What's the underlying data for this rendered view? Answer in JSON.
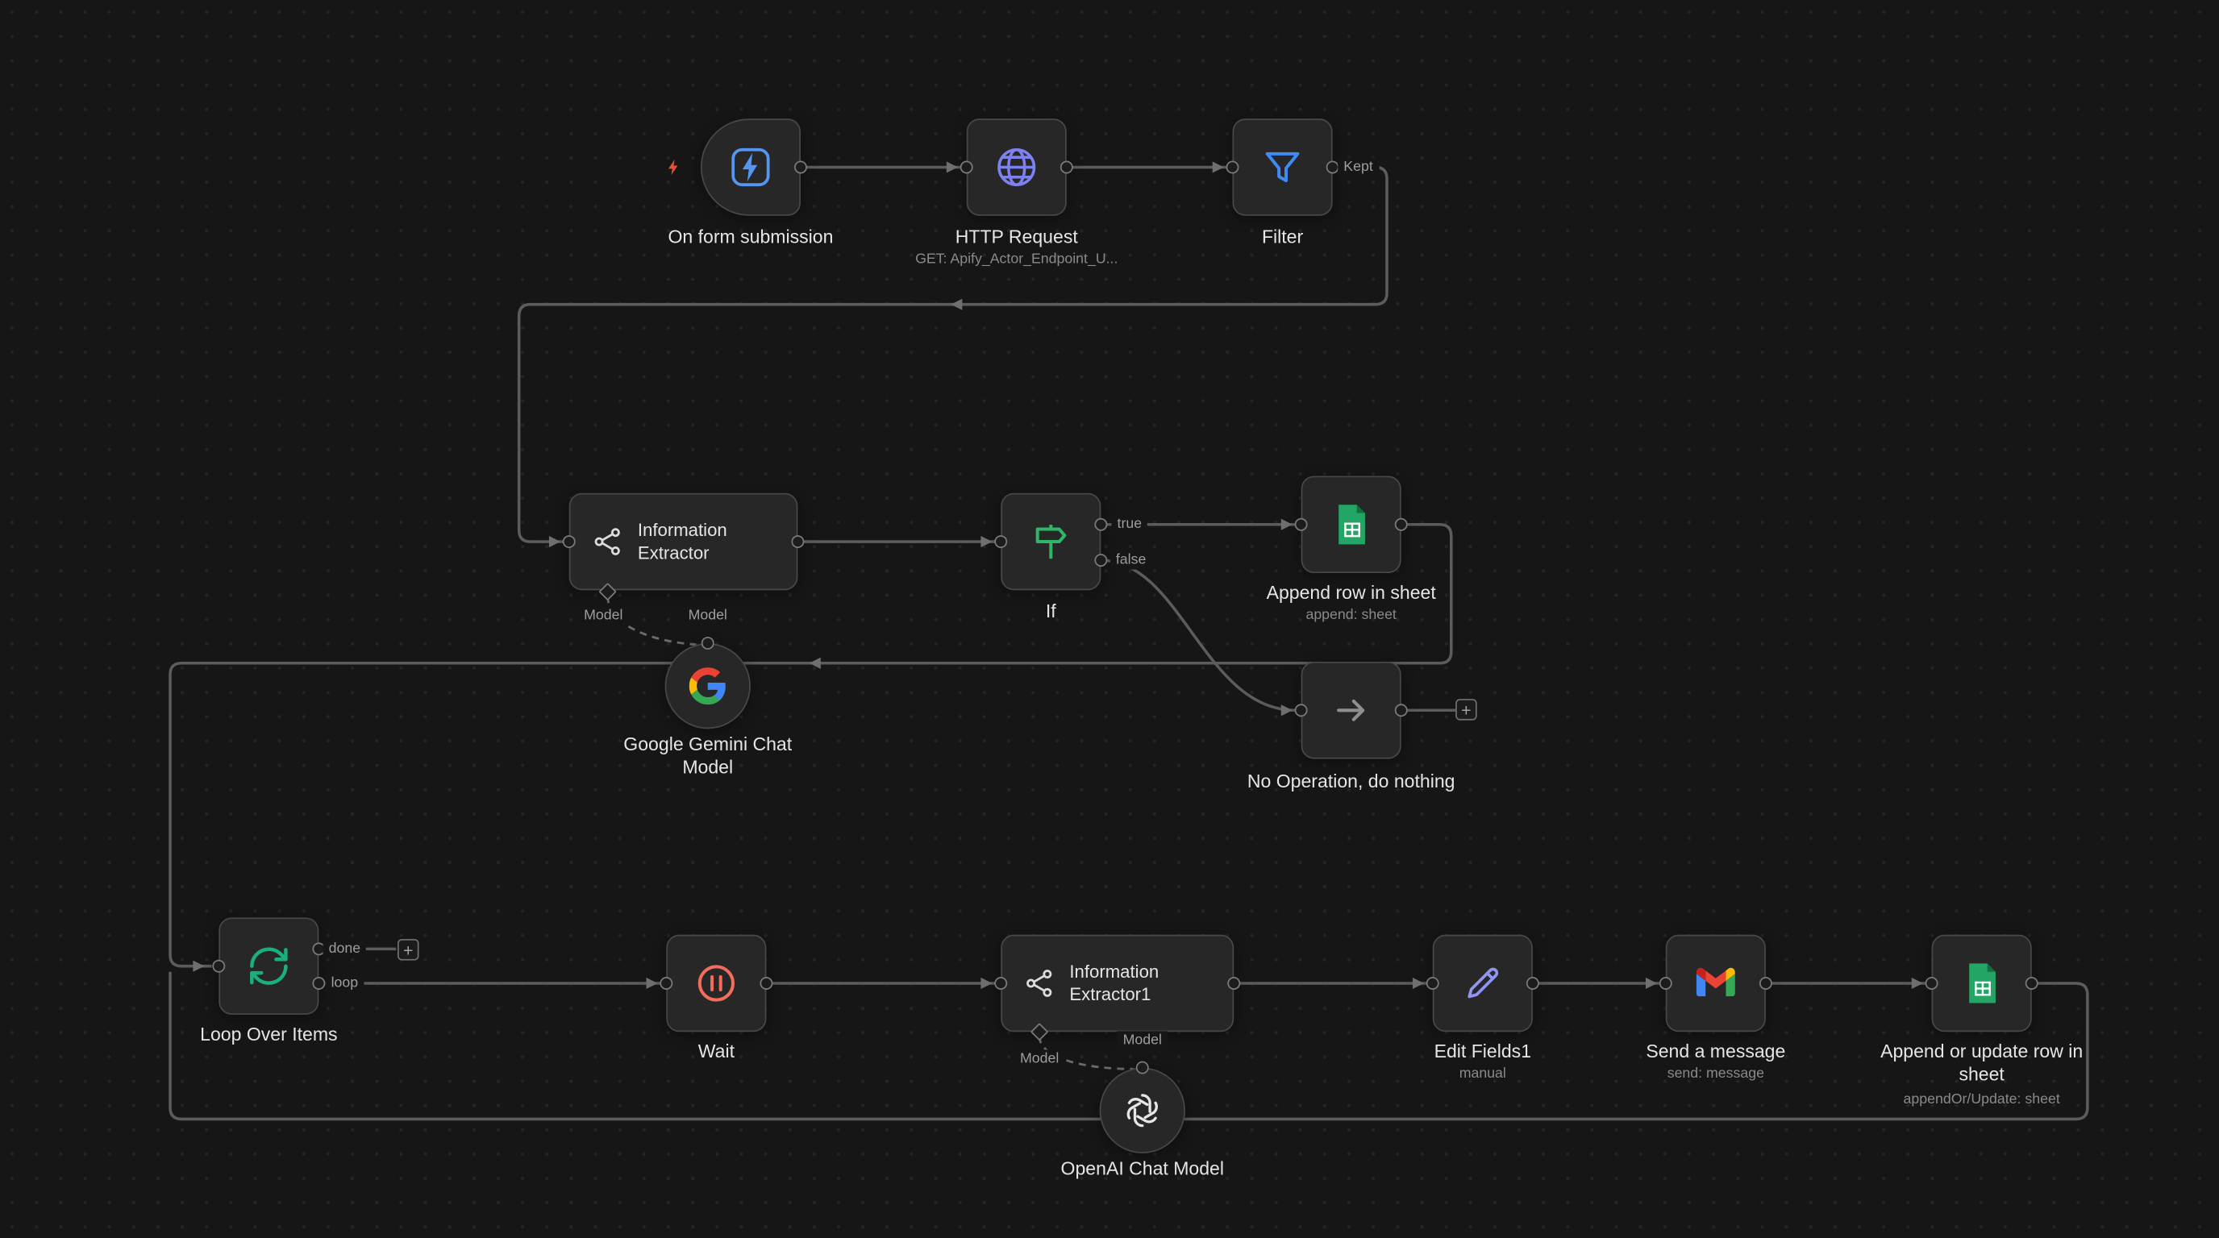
{
  "canvas": {
    "plus_symbol": "+"
  },
  "colors": {
    "canvas_bg": "#161616",
    "node_bg": "#272727",
    "node_border": "#474747",
    "wire": "#5c5c5c",
    "label": "#e6e6e6",
    "subtitle": "#8a8a8a",
    "trigger_bolt": "#e8502f",
    "form_icon_blue": "#5496f2",
    "http_icon_indigo": "#7d82f0",
    "filter_icon_blue": "#3f8af5",
    "if_icon_green": "#2fb767",
    "sheets_icon_green": "#23a566",
    "loop_icon_green": "#19af7e",
    "wait_icon_red": "#f36c5c",
    "edit_icon_indigo": "#9094f5",
    "noop_icon_gray": "#8f8f8f"
  },
  "icons": [
    "bolt-icon",
    "form-trigger-icon",
    "globe-icon",
    "filter-funnel-icon",
    "network-icon",
    "signpost-icon",
    "sheets-icon",
    "noop-arrow-icon",
    "google-g-icon",
    "loop-icon",
    "pause-icon",
    "network-icon",
    "openai-icon",
    "pencil-icon",
    "gmail-icon",
    "plus-icon"
  ],
  "nodes": {
    "form_trigger": {
      "label": "On form submission"
    },
    "http_request": {
      "label": "HTTP Request",
      "subtitle": "GET: Apify_Actor_Endpoint_U..."
    },
    "filter": {
      "label": "Filter",
      "output_label": "Kept"
    },
    "information_extractor": {
      "label": "Information Extractor",
      "port_label": "Model",
      "wire_label": "Model"
    },
    "if_node": {
      "label": "If",
      "true_label": "true",
      "false_label": "false"
    },
    "append_row_in_sheet": {
      "label": "Append row in sheet",
      "subtitle": "append: sheet"
    },
    "no_operation": {
      "label": "No Operation, do nothing"
    },
    "google_gemini_chat_model": {
      "label": "Google Gemini Chat Model"
    },
    "loop_over_items": {
      "label": "Loop Over Items",
      "done_label": "done",
      "loop_label": "loop"
    },
    "wait": {
      "label": "Wait"
    },
    "information_extractor1": {
      "label": "Information Extractor1",
      "port_label": "Model",
      "wire_label": "Model"
    },
    "openai_chat_model": {
      "label": "OpenAI Chat Model"
    },
    "edit_fields1": {
      "label": "Edit Fields1",
      "subtitle": "manual"
    },
    "send_a_message": {
      "label": "Send a message",
      "subtitle": "send: message"
    },
    "append_or_update_row_in_sheet": {
      "label": "Append or update row in sheet",
      "subtitle": "appendOr/Update: sheet"
    }
  }
}
